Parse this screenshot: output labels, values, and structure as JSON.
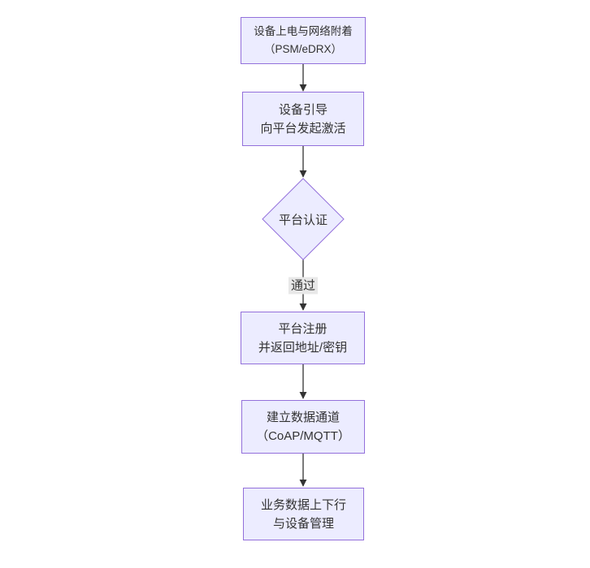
{
  "diagram": {
    "type": "flowchart",
    "direction": "top-down",
    "colors": {
      "node_fill": "#ECECFF",
      "node_border": "#9370DB",
      "arrow_color": "#333333",
      "text_color": "#333333",
      "edge_label_bg": "#e8e8e8",
      "canvas_bg": "#ffffff"
    },
    "nodes": [
      {
        "id": "A",
        "shape": "rect",
        "line1": "设备上电与网络附着",
        "line2": "（PSM/eDRX）"
      },
      {
        "id": "B",
        "shape": "rect",
        "line1": "设备引导",
        "line2": "向平台发起激活"
      },
      {
        "id": "C",
        "shape": "diamond",
        "line1": "平台认证",
        "line2": ""
      },
      {
        "id": "D",
        "shape": "rect",
        "line1": "平台注册",
        "line2": "并返回地址/密钥"
      },
      {
        "id": "E",
        "shape": "rect",
        "line1": "建立数据通道",
        "line2": "（CoAP/MQTT）"
      },
      {
        "id": "F",
        "shape": "rect",
        "line1": "业务数据上下行",
        "line2": "与设备管理"
      }
    ],
    "edges": [
      {
        "from": "A",
        "to": "B",
        "label": ""
      },
      {
        "from": "B",
        "to": "C",
        "label": ""
      },
      {
        "from": "C",
        "to": "D",
        "label": "通过"
      },
      {
        "from": "D",
        "to": "E",
        "label": ""
      },
      {
        "from": "E",
        "to": "F",
        "label": ""
      }
    ]
  }
}
